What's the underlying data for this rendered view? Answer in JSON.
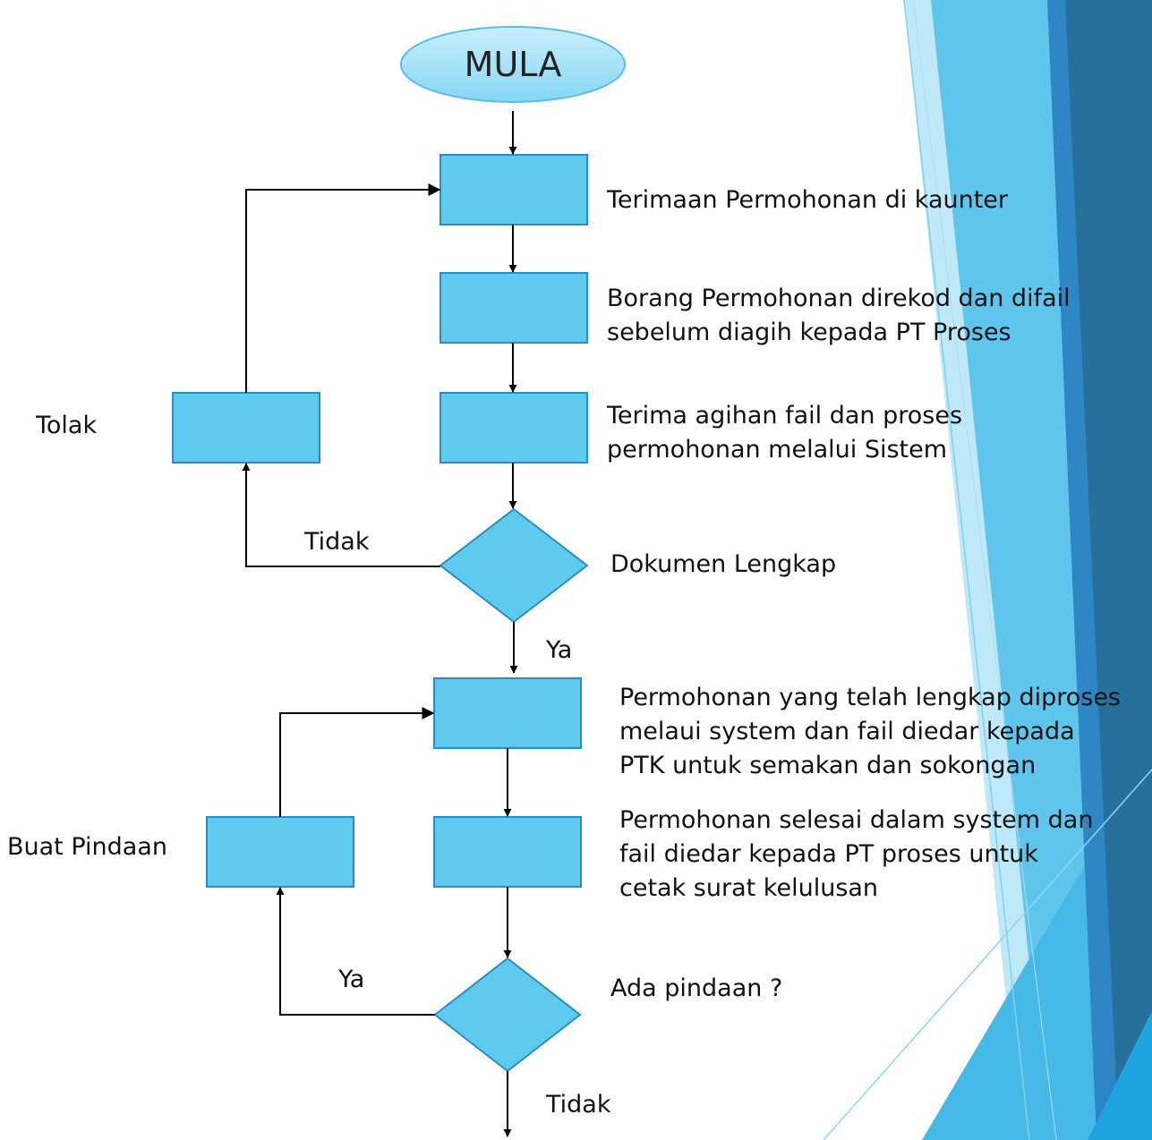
{
  "flowchart": {
    "start": "MULA",
    "steps": {
      "receive": "Terimaan Permohonan di kaunter",
      "record": [
        "Borang Permohonan direkod dan difail",
        "sebelum diagih kepada PT Proses"
      ],
      "distribute": [
        "Terima agihan fail dan proses",
        "permohonan melalui Sistem"
      ],
      "complete_docs": "Dokumen Lengkap",
      "process_complete": [
        "Permohonan yang telah lengkap diproses",
        "melaui system dan fail diedar kepada",
        "PTK untuk semakan dan sokongan"
      ],
      "finish": [
        "Permohonan selesai dalam system dan",
        "fail diedar kepada PT proses untuk",
        "cetak surat kelulusan"
      ],
      "amend_q": "Ada pindaan ?"
    },
    "branches": {
      "reject_label": "Tolak",
      "no_1": "Tidak",
      "yes_1": "Ya",
      "amend_label": "Buat Pindaan",
      "yes_2": "Ya",
      "no_2": "Tidak"
    }
  },
  "colors": {
    "shape_fill": "#5ecbee",
    "shape_stroke": "#2a8cc2",
    "start_fill": "#a8e4f8",
    "arrow": "#000000",
    "decor_dark": "#27709b",
    "decor_mid": "#2f86c4",
    "decor_light": "#5fc5ec",
    "decor_pale": "#bfe9f8"
  }
}
